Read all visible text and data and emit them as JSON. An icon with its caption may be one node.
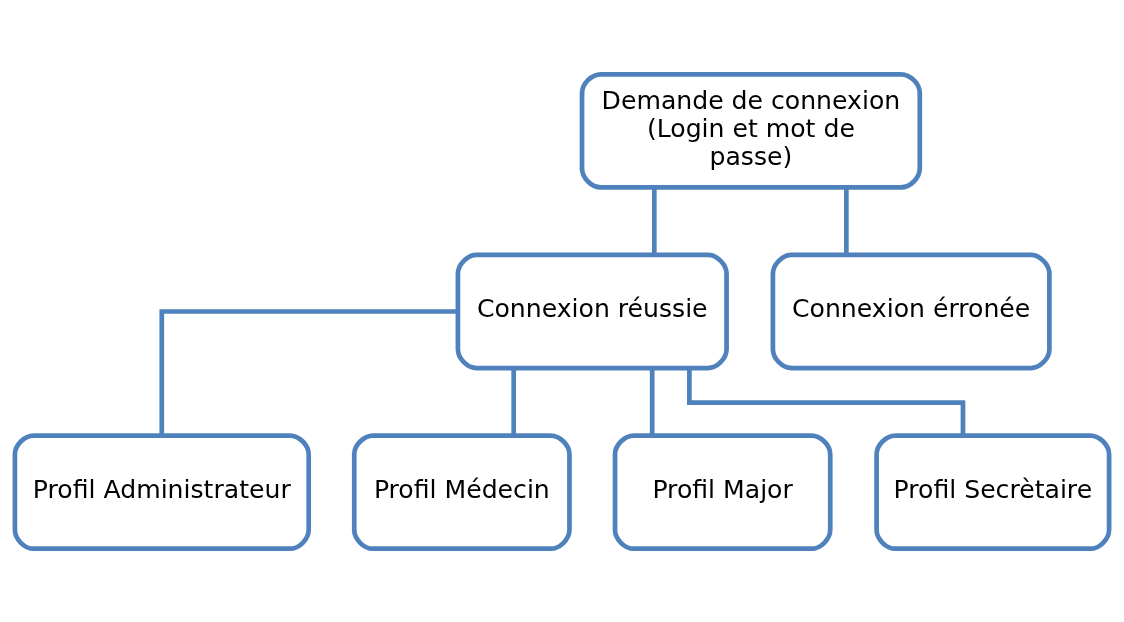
{
  "diagram": {
    "nodes": [
      {
        "text": [
          "Demande de connexion (Login et mot de passe)"
        ]
      },
      {
        "text": [
          "Connexion réussie"
        ]
      },
      {
        "text": [
          "Connexion érronée"
        ]
      },
      {
        "text": [
          "Profil Administrateur"
        ]
      },
      {
        "text": [
          "Profil Médecin"
        ]
      },
      {
        "text": [
          "Profil Major"
        ]
      },
      {
        "text": [
          "Profil Secrètaire"
        ]
      }
    ],
    "edges": [
      {
        "from": 0,
        "to": 1,
        "arrow": "none"
      },
      {
        "from": 0,
        "to": 2,
        "arrow": "none"
      },
      {
        "from": 1,
        "to": 3,
        "arrow": "none"
      },
      {
        "from": 1,
        "to": 4,
        "arrow": "none"
      },
      {
        "from": 1,
        "to": 5,
        "arrow": "none"
      },
      {
        "from": 1,
        "to": 6,
        "arrow": "none"
      }
    ]
  }
}
